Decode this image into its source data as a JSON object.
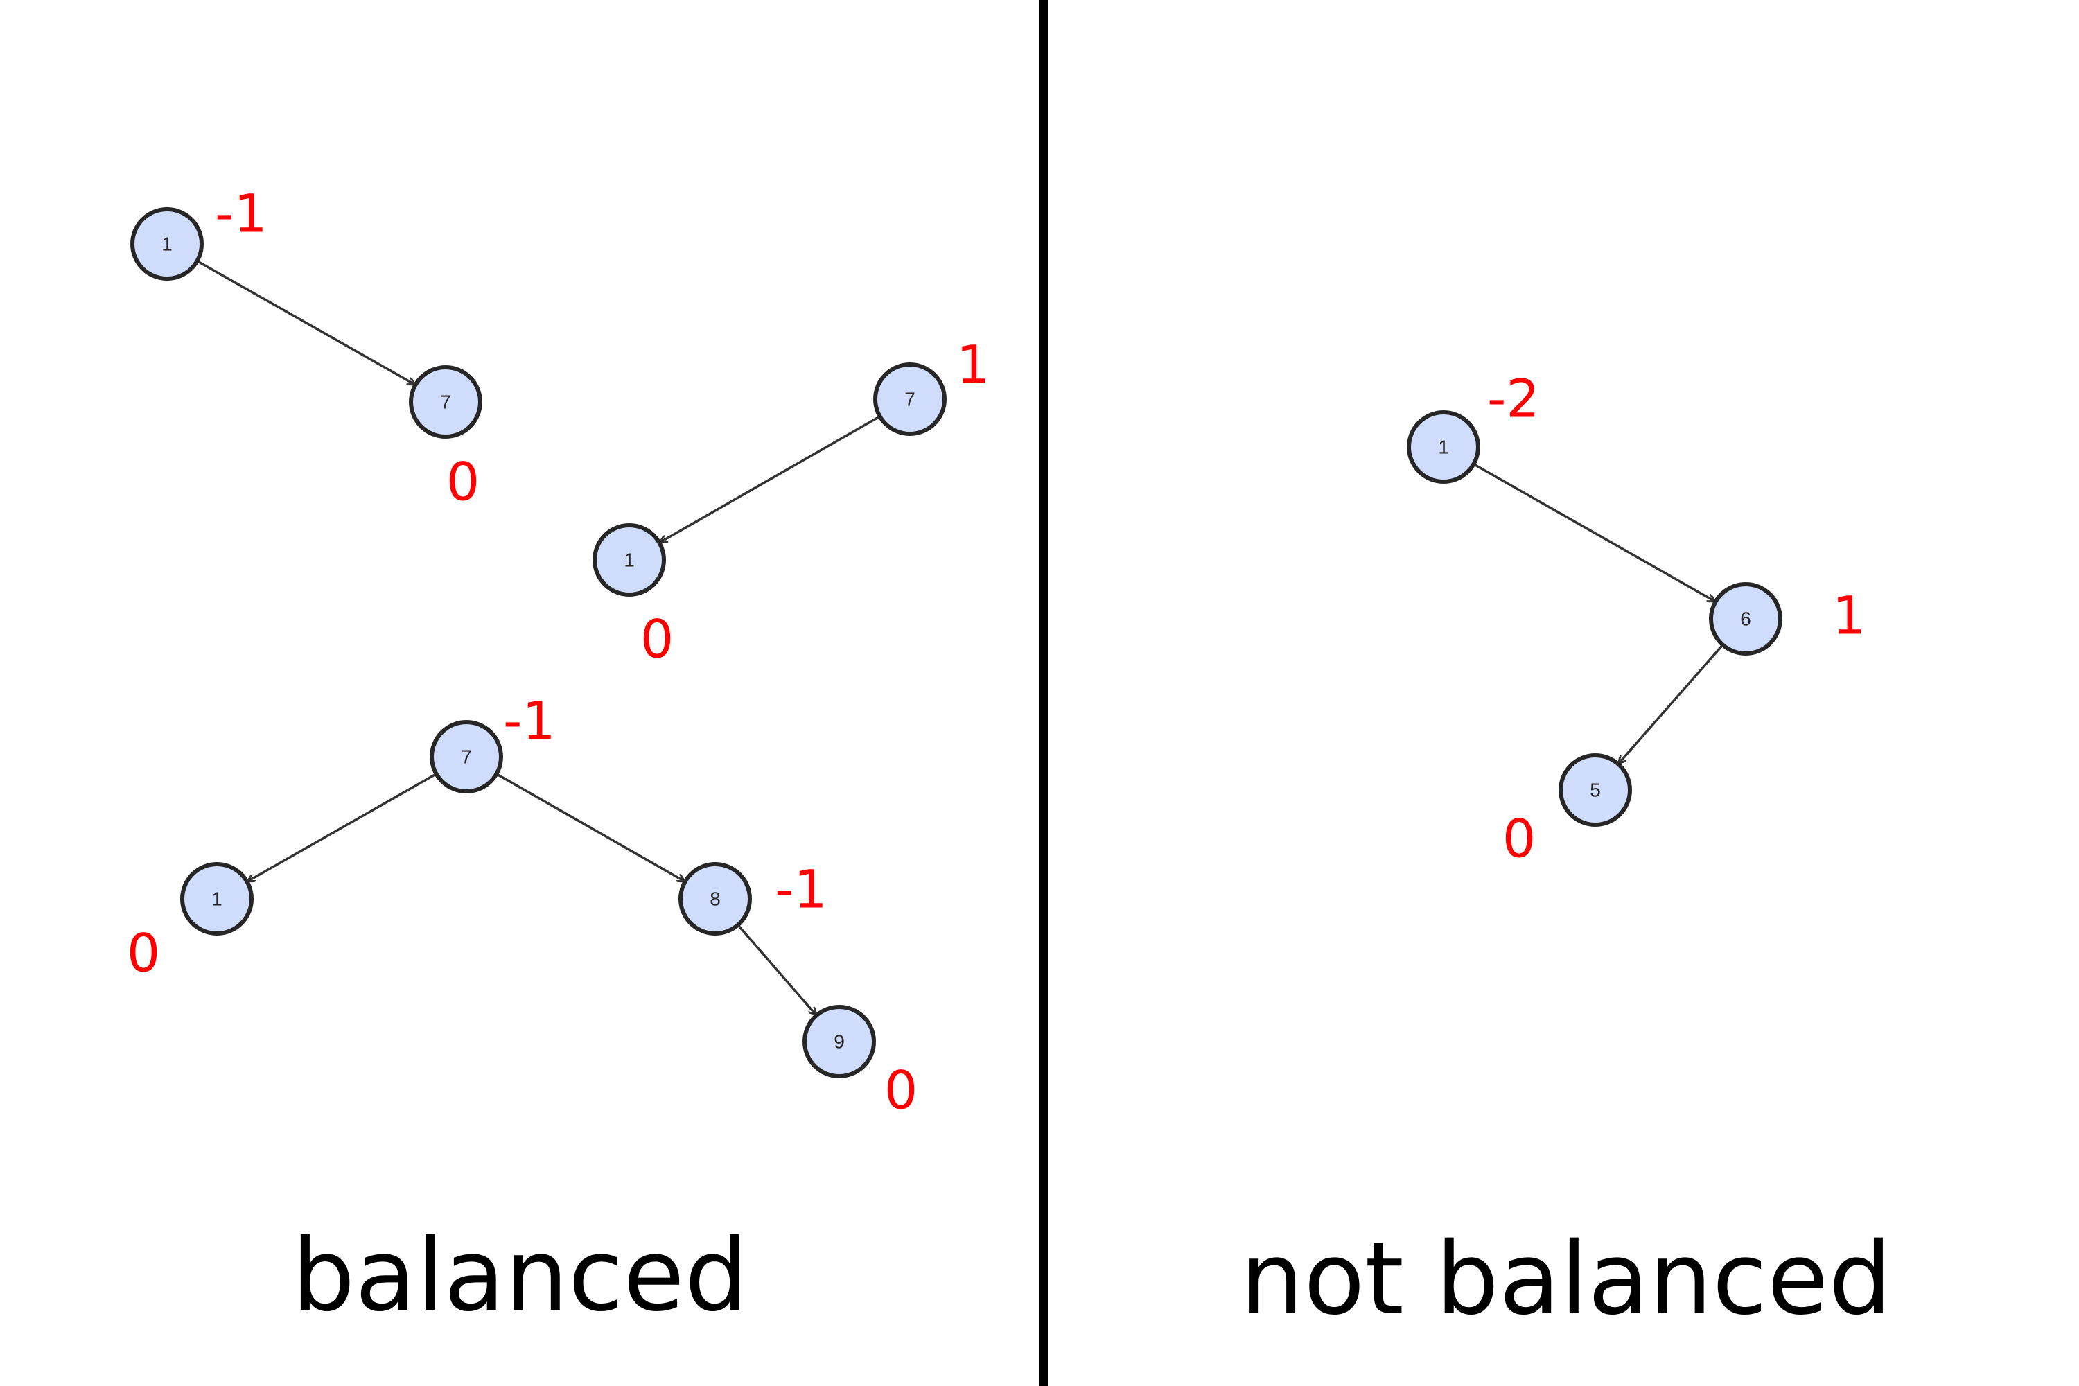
{
  "captions": {
    "left": "balanced",
    "right": "not balanced"
  },
  "colors": {
    "node_fill": "#cfdcfb",
    "node_stroke": "#262626",
    "balance_label": "#ff0000",
    "text": "#000000"
  },
  "trees": [
    {
      "panel": "balanced",
      "nodes": [
        {
          "id": "t1-n1",
          "value": "1",
          "balance": "-1"
        },
        {
          "id": "t1-n7",
          "value": "7",
          "balance": "0"
        }
      ],
      "edges": [
        [
          "t1-n1",
          "t1-n7"
        ]
      ]
    },
    {
      "panel": "balanced",
      "nodes": [
        {
          "id": "t2-n7",
          "value": "7",
          "balance": "1"
        },
        {
          "id": "t2-n1",
          "value": "1",
          "balance": "0"
        }
      ],
      "edges": [
        [
          "t2-n7",
          "t2-n1"
        ]
      ]
    },
    {
      "panel": "balanced",
      "nodes": [
        {
          "id": "t3-n7",
          "value": "7",
          "balance": "-1"
        },
        {
          "id": "t3-n1",
          "value": "1",
          "balance": "0"
        },
        {
          "id": "t3-n8",
          "value": "8",
          "balance": "-1"
        },
        {
          "id": "t3-n9",
          "value": "9",
          "balance": "0"
        }
      ],
      "edges": [
        [
          "t3-n7",
          "t3-n1"
        ],
        [
          "t3-n7",
          "t3-n8"
        ],
        [
          "t3-n8",
          "t3-n9"
        ]
      ]
    },
    {
      "panel": "not balanced",
      "nodes": [
        {
          "id": "t4-n1",
          "value": "1",
          "balance": "-2"
        },
        {
          "id": "t4-n6",
          "value": "6",
          "balance": "1"
        },
        {
          "id": "t4-n5",
          "value": "5",
          "balance": "0"
        }
      ],
      "edges": [
        [
          "t4-n1",
          "t4-n6"
        ],
        [
          "t4-n6",
          "t4-n5"
        ]
      ]
    }
  ]
}
